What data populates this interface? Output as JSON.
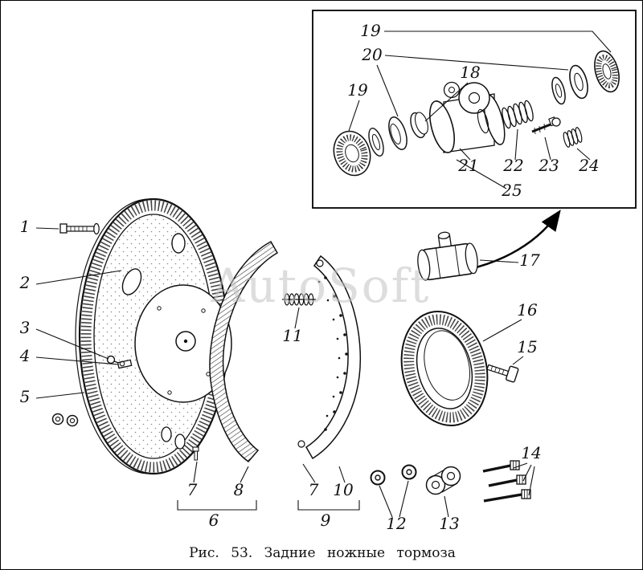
{
  "figure": {
    "caption": "Рис. 53. Задние ножные тормоза",
    "watermark": "AutoSoft"
  },
  "labels": {
    "main": [
      "1",
      "2",
      "3",
      "4",
      "5",
      "6",
      "7",
      "8",
      "7",
      "9",
      "10",
      "11",
      "12",
      "13",
      "14",
      "15",
      "16",
      "17"
    ],
    "inset": [
      "19",
      "20",
      "19",
      "18",
      "21",
      "22",
      "23",
      "24",
      "25"
    ]
  }
}
